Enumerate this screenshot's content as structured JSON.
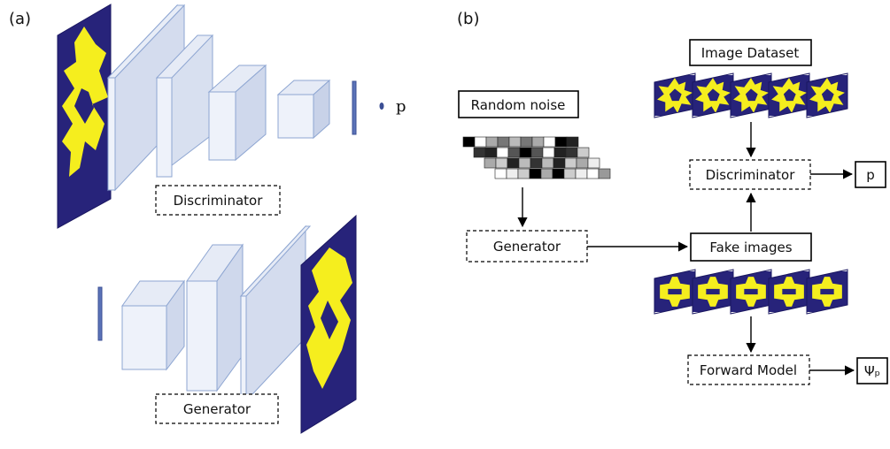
{
  "panel_a": {
    "label": "(a)",
    "discriminator_label": "Discriminator",
    "generator_label": "Generator",
    "output_symbol": "p"
  },
  "panel_b": {
    "label": "(b)",
    "random_noise": "Random noise",
    "image_dataset": "Image Dataset",
    "generator": "Generator",
    "discriminator": "Discriminator",
    "fake_images": "Fake images",
    "forward_model": "Forward Model",
    "p_output": "p",
    "psi_output": "Ψₚ"
  },
  "colors": {
    "pattern_background": "#27237a",
    "pattern_foreground": "#f5ee1e",
    "layer_fill": "#dfe6f2",
    "layer_stroke": "#8ea6d2",
    "line": "#000000"
  }
}
